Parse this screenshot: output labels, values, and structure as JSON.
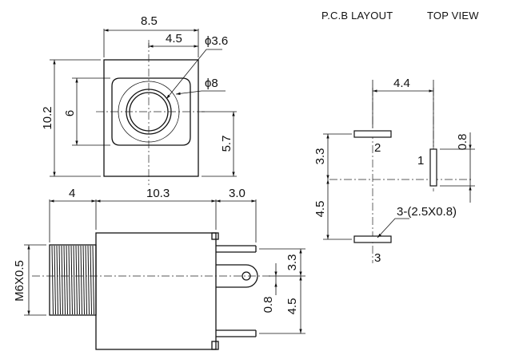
{
  "header": {
    "pcb_layout": "P.C.B LAYOUT",
    "top_view": "TOP VIEW"
  },
  "front_view": {
    "width": "8.5",
    "half_width": "4.5",
    "bore_diameter": "ϕ3.6",
    "ring_diameter": "ϕ8",
    "height": "10.2",
    "ring_height": "6",
    "lower_offset": "5.7"
  },
  "side_view": {
    "thread_length": "4",
    "body_length": "10.3",
    "pin_length": "3.0",
    "thread_spec": "M6X0.5",
    "pin_pitch": "3.3",
    "pin_offset": "0.8",
    "pin_span": "4.5"
  },
  "pcb_layout": {
    "pad_spacing_x": "4.4",
    "pad_spacing_y1": "3.3",
    "pad_spacing_y2": "4.5",
    "pad_width": "0.8",
    "pad_callout": "3-(2.5X0.8)",
    "pad_labels": [
      "1",
      "2",
      "3"
    ]
  }
}
